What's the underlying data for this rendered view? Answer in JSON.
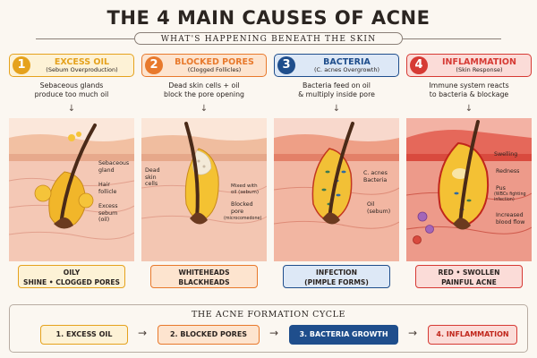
{
  "title": "THE 4 MAIN CAUSES OF ACNE",
  "subtitle": "WHAT'S HAPPENING BENEATH THE SKIN",
  "panels": [
    {
      "number": "1",
      "name": "EXCESS OIL",
      "sub": "(Sebum Overproduction)",
      "desc": "Sebaceous glands\nproduce too much oil",
      "arrow": "↓",
      "labels": [
        "Sebaceous\ngland",
        "Hair\nfollicle",
        "Excess\nsebum\n(oil)"
      ],
      "result": "OILY\nSHINE • CLOGGED PORES",
      "color": "#e5a21d",
      "bg": "#fdf2d6"
    },
    {
      "number": "2",
      "name": "BLOCKED PORES",
      "sub": "(Clogged Follicles)",
      "desc": "Dead skin cells + oil\nblock the pore opening",
      "arrow": "↓",
      "labels": [
        "Dead\nskin\ncells",
        "Mixed with\noil (sebum)",
        "Blocked\npore",
        "(microcomedone)"
      ],
      "result": "WHITEHEADS\nBLACKHEADS",
      "color": "#e8792c",
      "bg": "#fde4cf"
    },
    {
      "number": "3",
      "name": "BACTERIA",
      "sub": "(C. acnes Overgrowth)",
      "desc": "Bacteria feed on oil\n& multiply inside pore",
      "arrow": "↓",
      "labels": [
        "C. acnes\nBacteria",
        "Oil\n(sebum)"
      ],
      "result": "INFECTION\n(PIMPLE FORMS)",
      "color": "#1f4e8c",
      "bg": "#dde8f6"
    },
    {
      "number": "4",
      "name": "INFLAMMATION",
      "sub": "(Skin Response)",
      "desc": "Immune system reacts\nto bacteria & blockage",
      "arrow": "↓",
      "labels": [
        "Swelling",
        "Redness",
        "Pus",
        "(WBCs fighting\ninfection)",
        "Increased\nblood flow"
      ],
      "result": "RED • SWOLLEN\nPAINFUL ACNE",
      "color": "#d63a34",
      "bg": "#fbdcd8"
    }
  ],
  "cycle": {
    "title": "THE ACNE FORMATION CYCLE",
    "steps": [
      "1. EXCESS OIL",
      "2. BLOCKED PORES",
      "3. BACTERIA GROWTH",
      "4. INFLAMMATION"
    ],
    "arrow": "→"
  }
}
